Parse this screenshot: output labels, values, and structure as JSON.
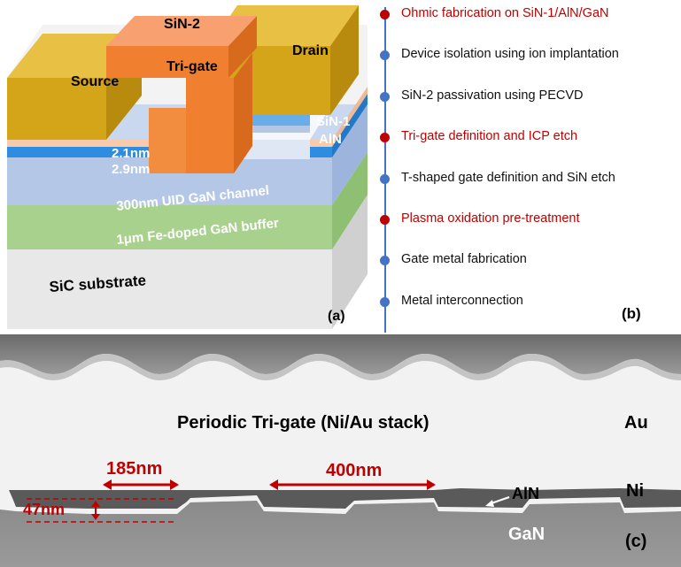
{
  "panel_a": {
    "label": "(a)",
    "layers": {
      "substrate": "SiC substrate",
      "buffer": "1μm Fe-doped GaN buffer",
      "channel": "300nm UID GaN channel",
      "aln_thickness": "2.9nm",
      "sin1_thickness": "2.1nm",
      "aln": "AlN",
      "sin1": "SiN-1",
      "sin2": "SiN-2"
    },
    "electrodes": {
      "source": "Source",
      "gate": "Tri-gate",
      "drain": "Drain"
    }
  },
  "panel_b": {
    "label": "(b)",
    "steps": [
      {
        "text": "Ohmic fabrication on SiN-1/AlN/GaN",
        "highlight": true
      },
      {
        "text": "Device isolation using ion implantation",
        "highlight": false
      },
      {
        "text": "SiN-2 passivation using PECVD",
        "highlight": false
      },
      {
        "text": "Tri-gate definition and ICP etch",
        "highlight": true
      },
      {
        "text": "T-shaped gate definition and SiN etch",
        "highlight": false
      },
      {
        "text": "Plasma oxidation pre-treatment",
        "highlight": true
      },
      {
        "text": "Gate metal fabrication",
        "highlight": false
      },
      {
        "text": "Metal interconnection",
        "highlight": false
      }
    ],
    "colors": {
      "highlight": "#c00000",
      "normal": "#111111",
      "dot_highlight": "#c00000",
      "dot_normal": "#4472c4"
    }
  },
  "panel_c": {
    "label": "(c)",
    "title": "Periodic Tri-gate (Ni/Au stack)",
    "labels": {
      "au": "Au",
      "ni": "Ni",
      "aln": "AlN",
      "gan": "GaN"
    },
    "dimensions": {
      "width": "185nm",
      "pitch": "400nm",
      "depth": "47nm"
    },
    "annotation_color": "#c00000"
  }
}
